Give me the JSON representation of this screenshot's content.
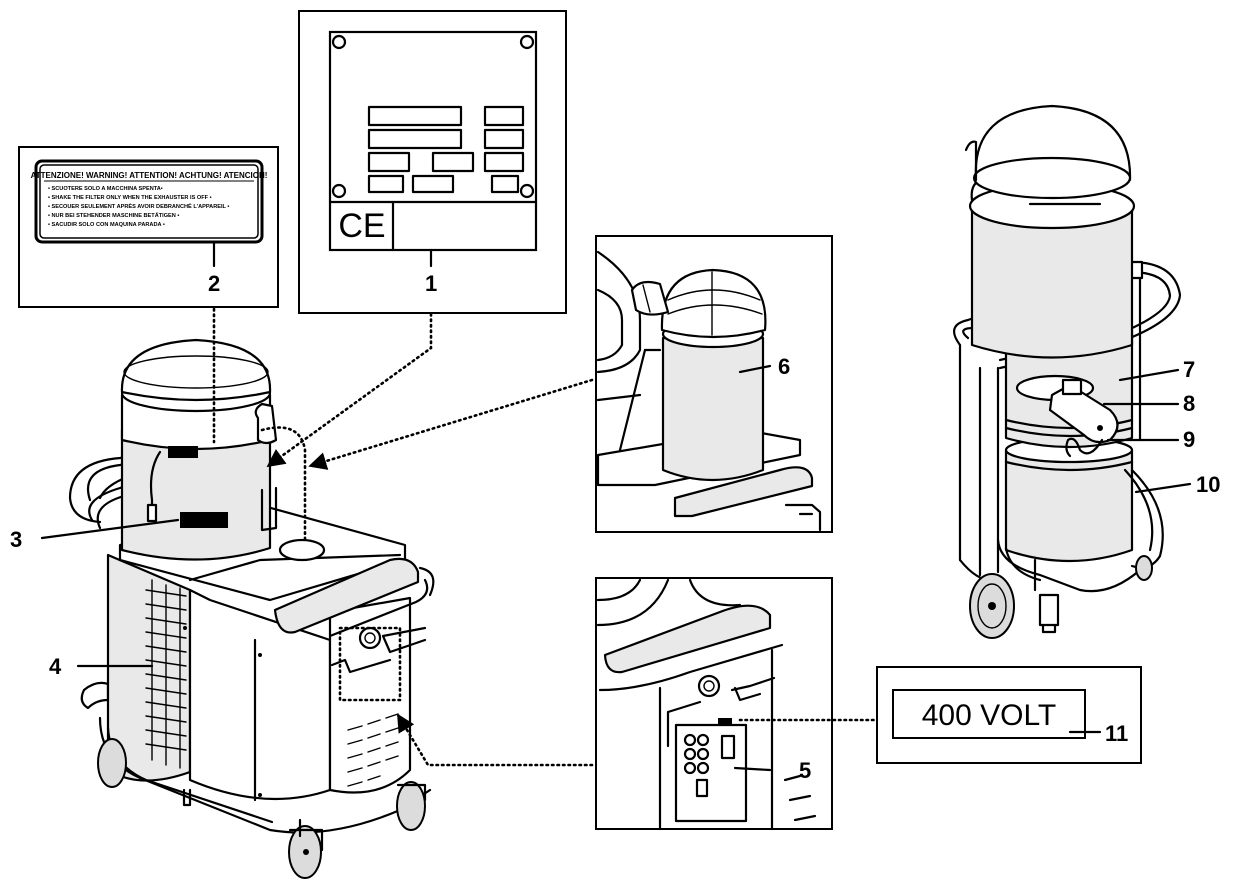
{
  "callouts": {
    "c1": "1",
    "c2": "2",
    "c3": "3",
    "c4": "4",
    "c5": "5",
    "c6": "6",
    "c7": "7",
    "c8": "8",
    "c9": "9",
    "c10": "10",
    "c11": "11"
  },
  "warning_label": {
    "title": "ATTENZIONE! WARNING! ATTENTION! ACHTUNG! ATENCION!",
    "lines": [
      "• SCUOTERE SOLO A MACCHINA SPENTA•",
      "• SHAKE THE FILTER ONLY WHEN THE EXHAUSTER IS OFF •",
      "• SECOUER SEULEMENT APRÈS AVOIR DEBRANCHÉ L'APPAREIL •",
      "• NUR BEI STEHENDER MASCHINE BETÄTIGEN •",
      "• SACUDIR SOLO CON MAQUINA PARADA •"
    ]
  },
  "rating_plate": {
    "ce_mark": "CE"
  },
  "voltage_label": {
    "text": "400 VOLT"
  }
}
